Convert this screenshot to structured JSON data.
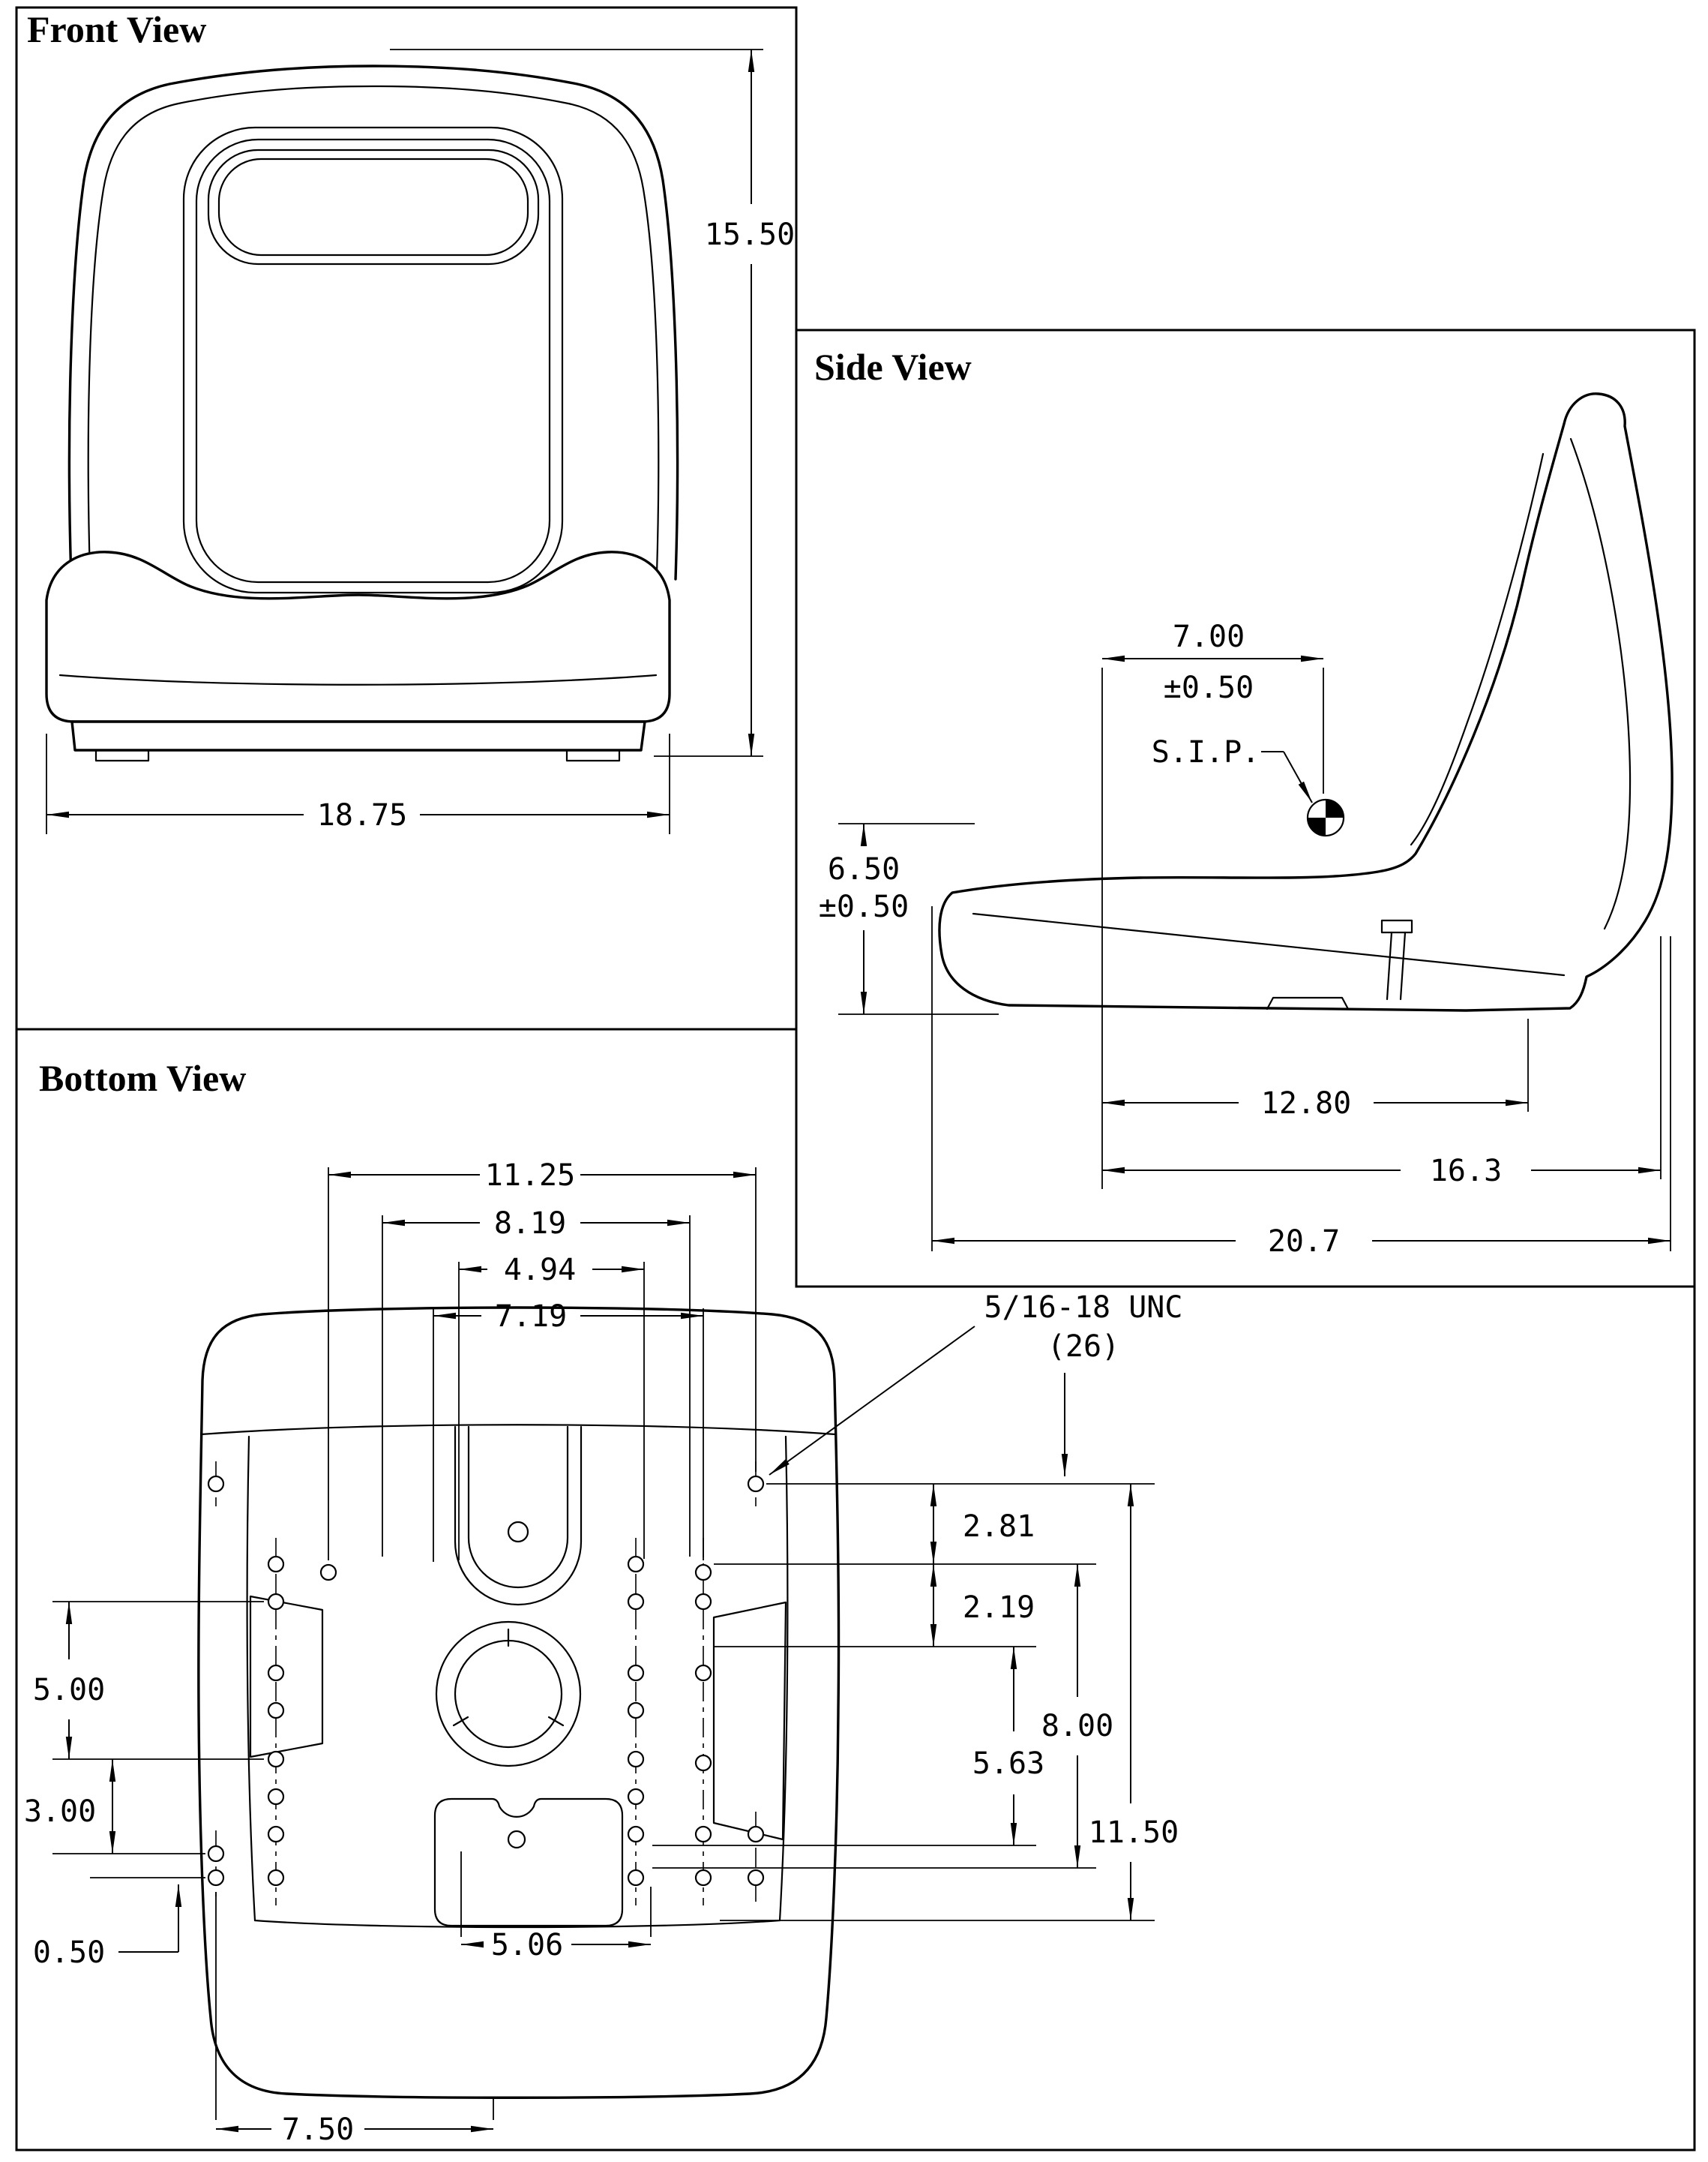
{
  "page": {
    "background": "#ffffff",
    "line_color": "#000000"
  },
  "views": {
    "front": {
      "title": "Front View",
      "dims": {
        "overall_height": "15.50",
        "overall_width": "18.75"
      }
    },
    "side": {
      "title": "Side View",
      "dims": {
        "sip_setback": "7.00",
        "sip_setback_tol": "±0.50",
        "sip_label": "S.I.P.",
        "cushion_height": "6.50",
        "cushion_height_tol": "±0.50",
        "base_length": "12.80",
        "mid_length": "16.3",
        "overall_depth": "20.7"
      }
    },
    "bottom": {
      "title": "Bottom View",
      "dims": {
        "w_11_25": "11.25",
        "w_8_19": "8.19",
        "w_4_94": "4.94",
        "w_7_19": "7.19",
        "thread_spec": "5/16-18 UNC",
        "thread_qty": "(26)",
        "v_2_81": "2.81",
        "v_2_19": "2.19",
        "v_8_00": "8.00",
        "v_5_63": "5.63",
        "v_11_50": "11.50",
        "l_5_00": "5.00",
        "l_3_00": "3.00",
        "l_0_50": "0.50",
        "b_5_06": "5.06",
        "b_7_50": "7.50"
      }
    }
  }
}
